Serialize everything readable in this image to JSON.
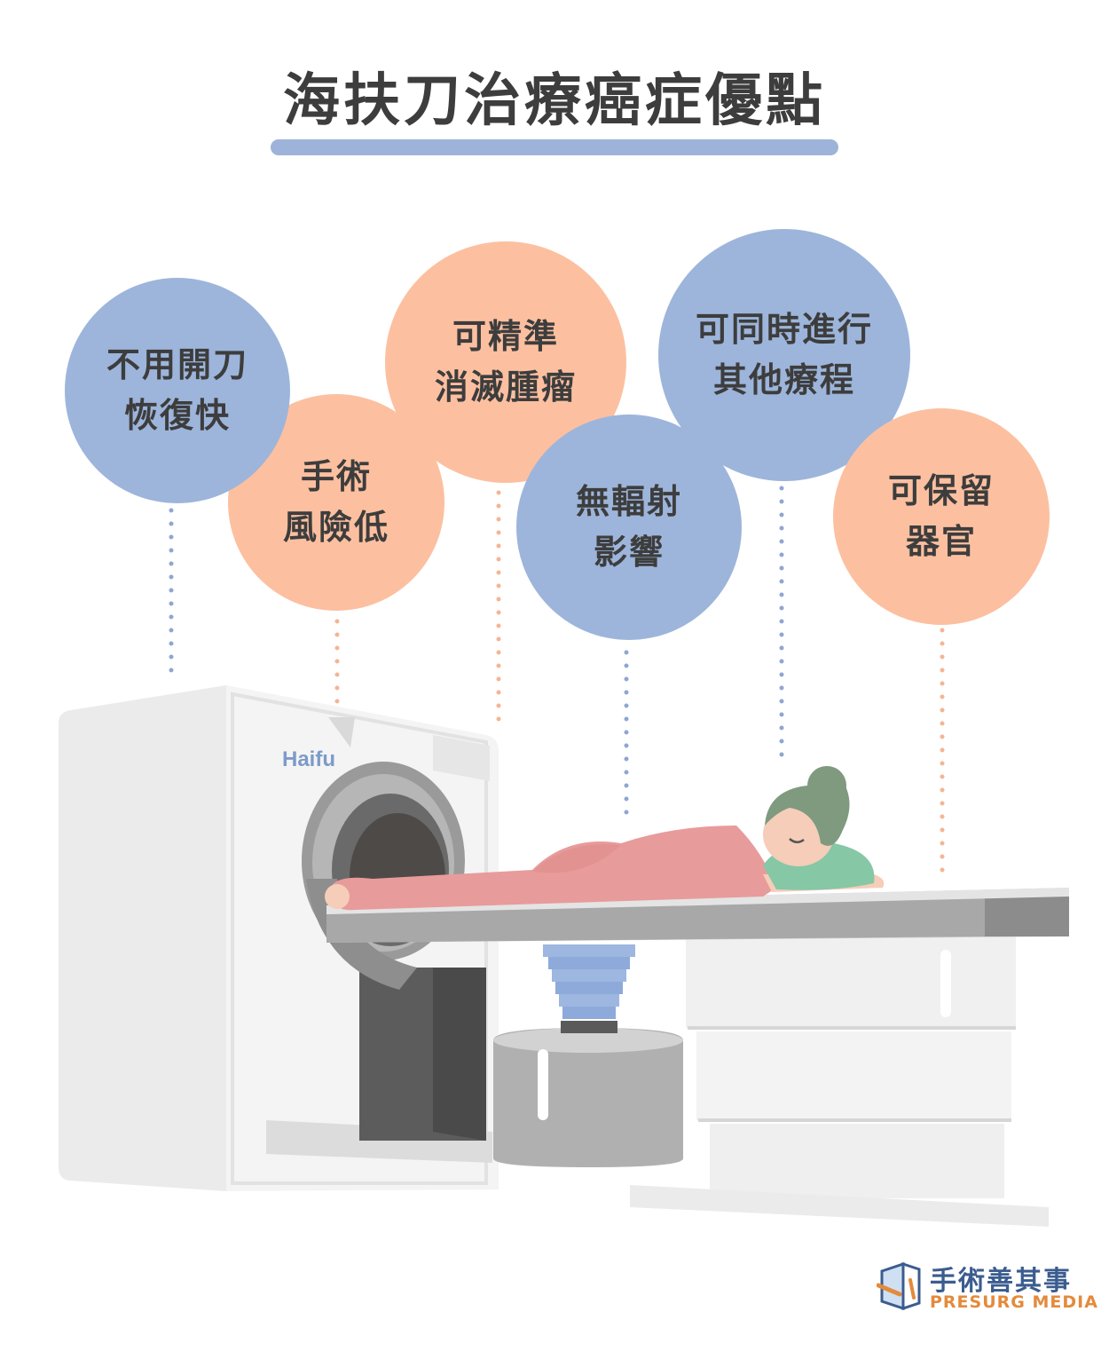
{
  "title": "海扶刀治療癌症優點",
  "benefits": [
    {
      "line1": "不用開刀",
      "line2": "恢復快"
    },
    {
      "line1": "手術",
      "line2": "風險低"
    },
    {
      "line1": "可精準",
      "line2": "消滅腫瘤"
    },
    {
      "line1": "無輻射",
      "line2": "影響"
    },
    {
      "line1": "可同時進行",
      "line2": "其他療程"
    },
    {
      "line1": "可保留",
      "line2": "器官"
    }
  ],
  "machine": {
    "brand": "Haifu"
  },
  "logo": {
    "name_cn": "手術善其事",
    "name_en": "PRESURG MEDIA"
  },
  "colors": {
    "blue": "#9db5db",
    "peach": "#fcc0a0",
    "title_text": "#3d3d3d",
    "brand_blue": "#3b5c8f",
    "brand_orange": "#e48a3c"
  }
}
